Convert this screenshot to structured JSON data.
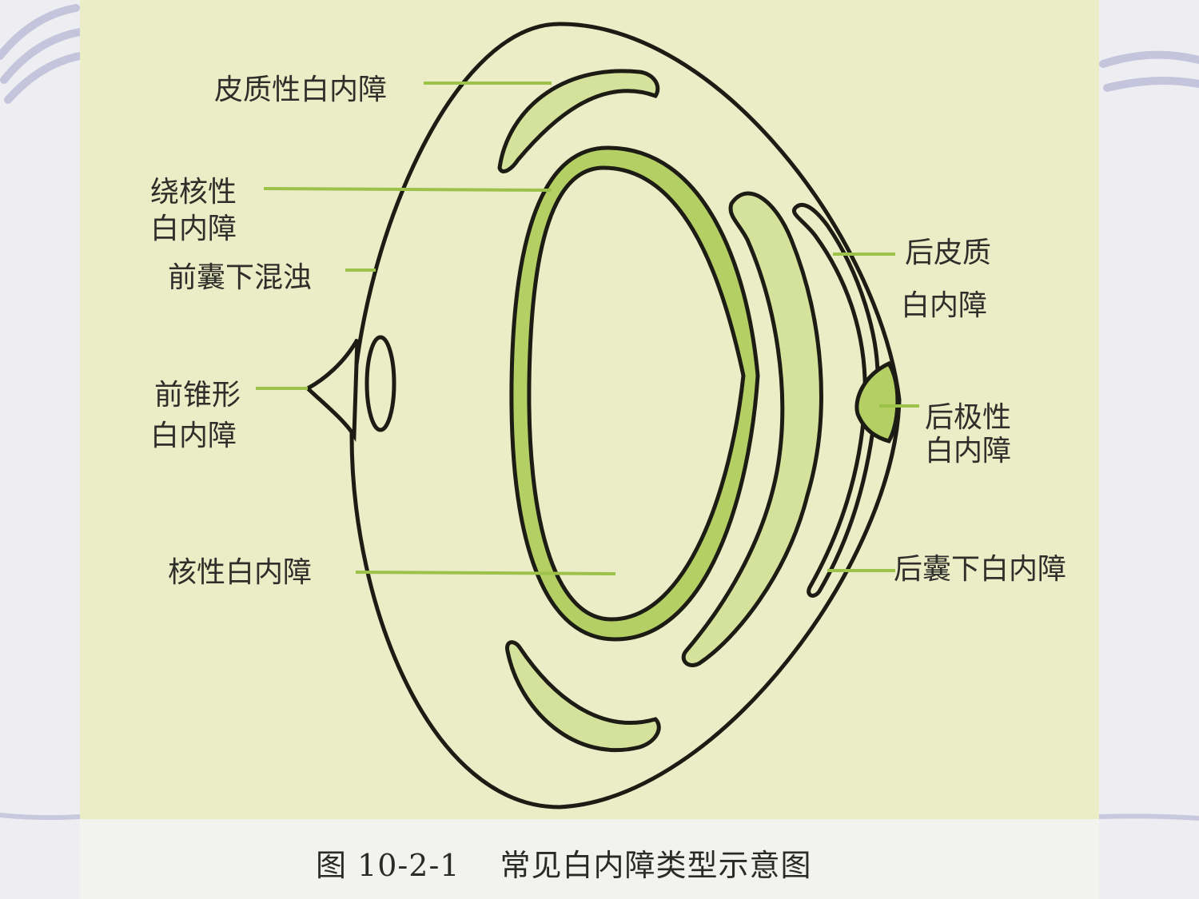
{
  "labels": {
    "cortical": "皮质性白内障",
    "zonular_line1": "绕核性",
    "zonular_line2": "白内障",
    "anterior_subcapsular": "前囊下混浊",
    "anterior_pyramidal_line1": "前锥形",
    "anterior_pyramidal_line2": "白内障",
    "nuclear": "核性白内障",
    "posterior_cortical_line1": "后皮质",
    "posterior_cortical_line2": "白内障",
    "posterior_polar_line1": "后极性",
    "posterior_polar_line2": "白内障",
    "posterior_subcapsular": "后囊下白内障"
  },
  "caption": {
    "figure_number": "图 10-2-1",
    "title": "常见白内障类型示意图"
  },
  "colors": {
    "figure_background": "#ebedc6",
    "fill_light": "#d4e29c",
    "fill_ring": "#b4d064",
    "outline": "#1c1c14",
    "leader_line": "#9cc24a"
  }
}
